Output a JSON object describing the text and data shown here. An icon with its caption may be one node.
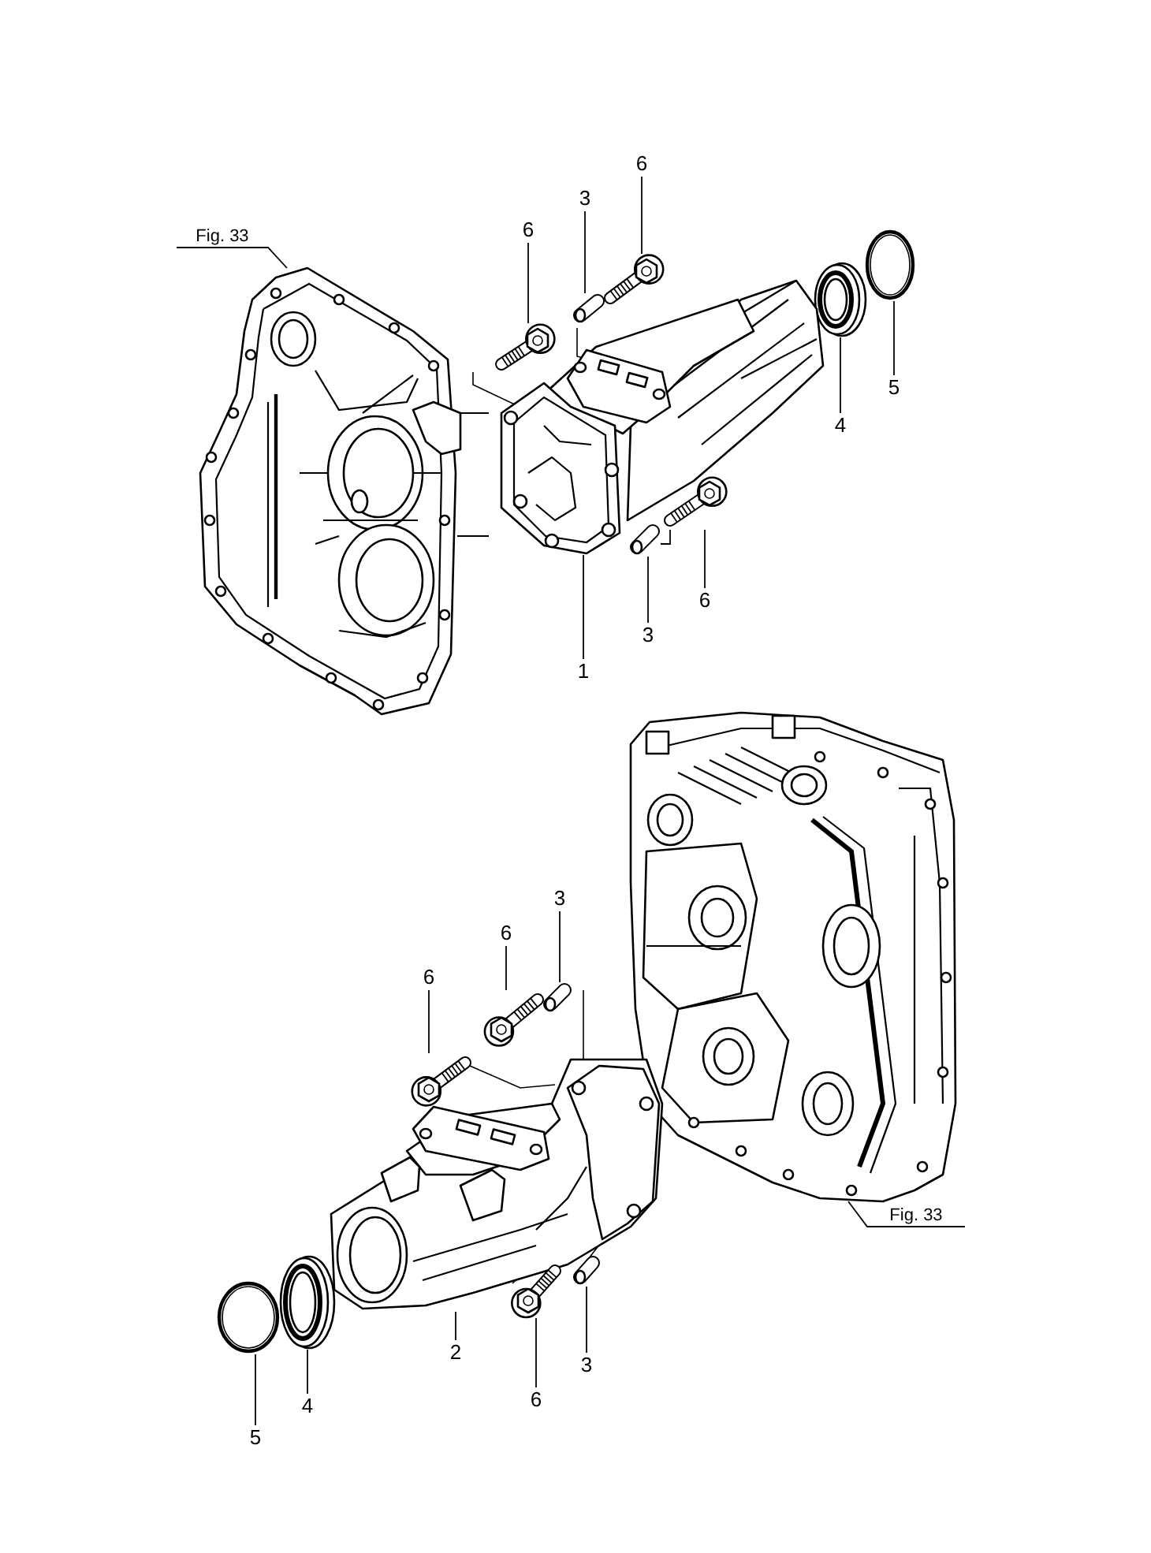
{
  "diagram": {
    "nodes": [
      {
        "text": [
          "Fig. 33"
        ]
      },
      {
        "text": [],
        "shape": "picture"
      },
      {
        "text": [
          "6"
        ]
      },
      {
        "text": [
          "3"
        ]
      },
      {
        "text": [
          "6"
        ]
      },
      {
        "text": [
          "4"
        ]
      },
      {
        "text": [
          "5"
        ]
      },
      {
        "text": [
          "6"
        ]
      },
      {
        "text": [
          "3"
        ]
      },
      {
        "text": [
          "1"
        ]
      },
      {
        "text": [],
        "shape": "picture"
      },
      {
        "text": [],
        "shape": "picture"
      },
      {
        "text": [],
        "shape": "picture"
      },
      {
        "text": [],
        "shape": "picture"
      },
      {
        "text": [],
        "shape": "picture"
      },
      {
        "text": [],
        "shape": "picture"
      },
      {
        "text": [],
        "shape": "picture"
      },
      {
        "text": [],
        "shape": "picture"
      },
      {
        "text": [],
        "shape": "picture"
      },
      {
        "text": [
          "Fig. 33"
        ]
      },
      {
        "text": [
          "6"
        ]
      },
      {
        "text": [
          "6"
        ]
      },
      {
        "text": [
          "3"
        ]
      },
      {
        "text": [
          "2"
        ]
      },
      {
        "text": [
          "6"
        ]
      },
      {
        "text": [
          "3"
        ]
      },
      {
        "text": [
          "4"
        ]
      },
      {
        "text": [
          "5"
        ]
      },
      {
        "text": [],
        "shape": "picture"
      },
      {
        "text": [],
        "shape": "picture"
      },
      {
        "text": [],
        "shape": "picture"
      },
      {
        "text": [],
        "shape": "picture"
      },
      {
        "text": [],
        "shape": "picture"
      },
      {
        "text": [],
        "shape": "picture"
      },
      {
        "text": [],
        "shape": "picture"
      },
      {
        "text": [],
        "shape": "picture"
      }
    ],
    "edges": [
      {
        "from": 0,
        "to": 1,
        "arrow": "none"
      },
      {
        "from": 2,
        "to": 10,
        "arrow": "none"
      },
      {
        "from": 3,
        "to": 11,
        "arrow": "none"
      },
      {
        "from": 4,
        "to": 12,
        "arrow": "none"
      },
      {
        "from": 5,
        "to": 13,
        "arrow": "none"
      },
      {
        "from": 6,
        "to": 14,
        "arrow": "none"
      },
      {
        "from": 7,
        "to": 15,
        "arrow": "none"
      },
      {
        "from": 8,
        "to": 16,
        "arrow": "none"
      },
      {
        "from": 9,
        "to": 17,
        "arrow": "none"
      },
      {
        "from": 19,
        "to": 18,
        "arrow": "none"
      },
      {
        "from": 20,
        "to": 28,
        "arrow": "none"
      },
      {
        "from": 21,
        "to": 29,
        "arrow": "none"
      },
      {
        "from": 22,
        "to": 30,
        "arrow": "none"
      },
      {
        "from": 23,
        "to": 31,
        "arrow": "none"
      },
      {
        "from": 24,
        "to": 32,
        "arrow": "none"
      },
      {
        "from": 25,
        "to": 33,
        "arrow": "none"
      },
      {
        "from": 26,
        "to": 34,
        "arrow": "none"
      },
      {
        "from": 27,
        "to": 35,
        "arrow": "none"
      },
      {
        "from": 1,
        "to": 17,
        "arrow": "none"
      },
      {
        "from": 1,
        "to": 17,
        "arrow": "none"
      },
      {
        "from": 15,
        "to": 16,
        "arrow": "none"
      }
    ]
  }
}
